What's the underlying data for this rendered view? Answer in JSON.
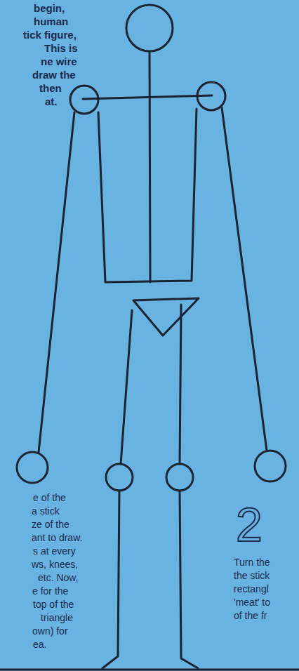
{
  "diagram": {
    "labels": [
      "begin,",
      "human",
      "tick figure,",
      "This is",
      "ne wire",
      "draw the",
      "then",
      "at.",
      "e of the",
      "a stick",
      "ze of the",
      "ant to draw.",
      "s at every",
      "ws, knees,",
      "etc. Now,",
      "e for the",
      "top of the",
      "triangle",
      "own) for",
      "ea.",
      "2",
      "Turn the",
      "the stick",
      "rectangl",
      "'meat' to",
      "of the fr"
    ]
  }
}
